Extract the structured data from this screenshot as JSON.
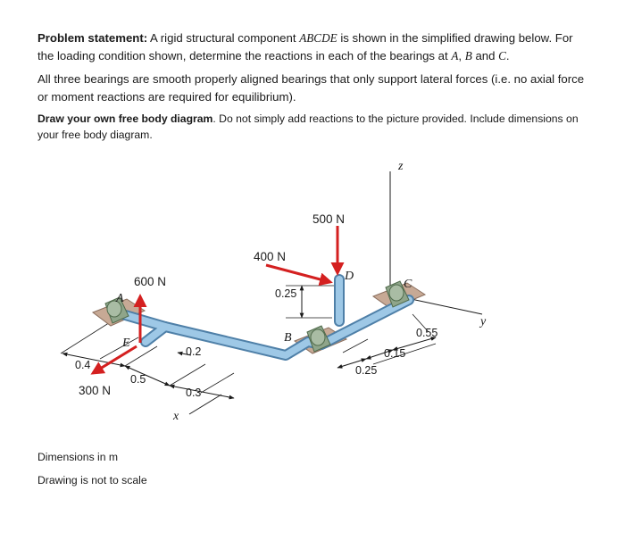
{
  "problem": {
    "heading": "Problem statement:",
    "intro": " A rigid structural component ",
    "component": "ABCDE",
    "mid": " is shown in the simplified drawing below. For the loading condition shown, determine the reactions in each of the bearings at ",
    "bearing_a": "A",
    "sep1": ", ",
    "bearing_b": "B",
    "and": " and ",
    "bearing_c": "C",
    "end": "."
  },
  "bearings_note": "All three bearings are smooth properly aligned bearings that only support lateral forces (i.e. no axial force or moment reactions are required for equilibrium).",
  "instruction": {
    "bold": "Draw your own free body diagram",
    "rest": ". Do not simply add reactions to the picture provided. Include dimensions on your free body diagram."
  },
  "notes": {
    "units": "Dimensions in m",
    "scale": "Drawing is not to scale"
  },
  "figure": {
    "points": {
      "a": "A",
      "b": "B",
      "c": "C",
      "d": "D",
      "e": "E"
    },
    "axes": {
      "x": "x",
      "y": "y",
      "z": "z"
    },
    "forces": {
      "f500": "500 N",
      "f400": "400 N",
      "f600": "600 N",
      "f300": "300 N"
    },
    "dims": {
      "d025_vert": "0.25",
      "d055": "0.55",
      "d015": "0.15",
      "d025_low": "0.25",
      "d02": "0.2",
      "d04": "0.4",
      "d05": "0.5",
      "d03": "0.3"
    },
    "colors": {
      "pipe": "#9ec8e6",
      "pipe_edge": "#4f80a8",
      "bearing": "#8fa58a",
      "base": "#c7a995",
      "force": "#d42020"
    }
  }
}
